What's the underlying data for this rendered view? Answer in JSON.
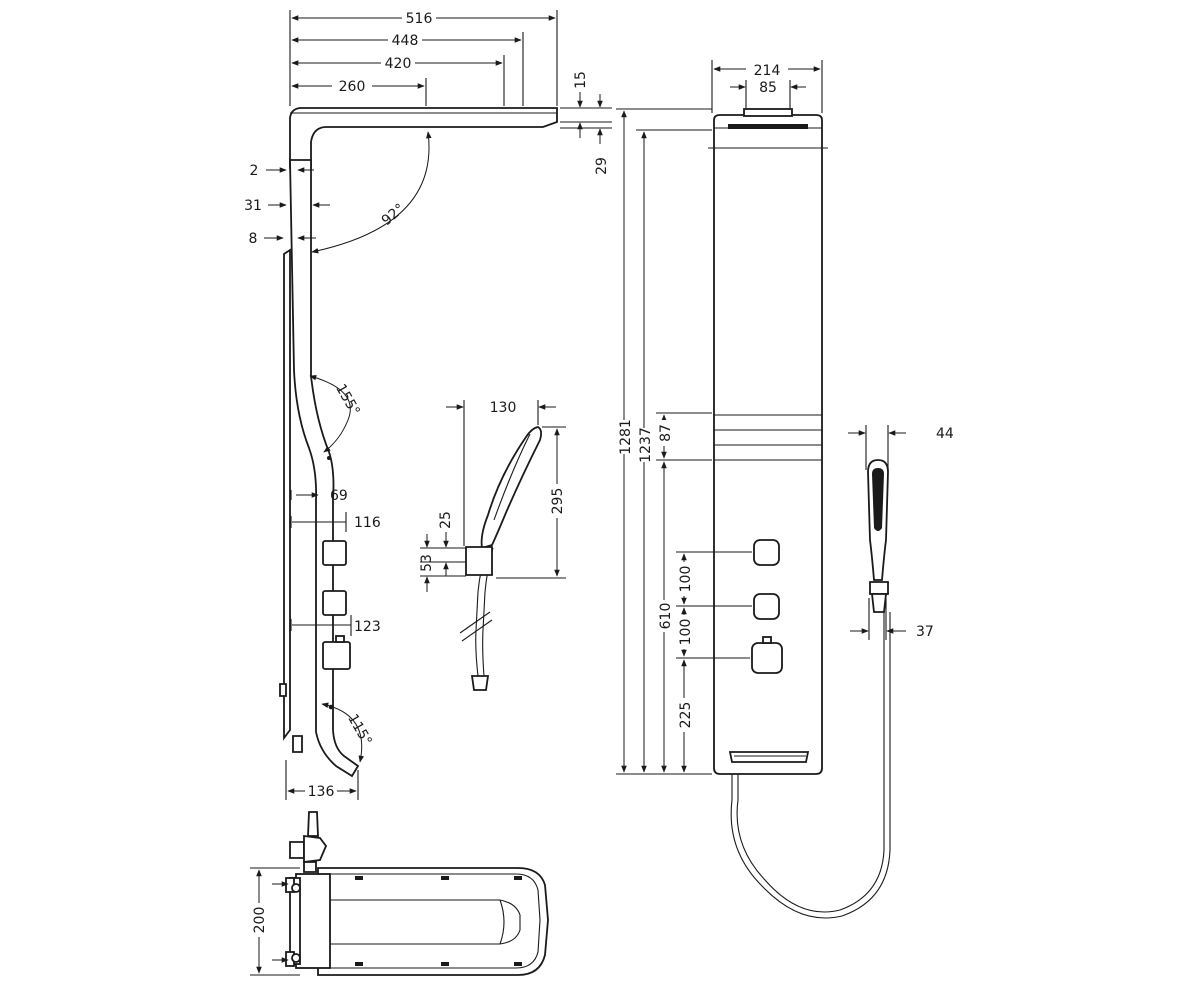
{
  "dimensions": {
    "d516": "516",
    "d448": "448",
    "d420": "420",
    "d260": "260",
    "d15": "15",
    "d29": "29",
    "d2": "2",
    "d31": "31",
    "d8": "8",
    "angle_top": "92°",
    "angle_mid": "155°",
    "angle_bottom": "115°",
    "d69": "69",
    "d116": "116",
    "d123": "123",
    "d136": "136",
    "d130": "130",
    "d295": "295",
    "d25": "25",
    "d53": "53",
    "d214": "214",
    "d85": "85",
    "d1281": "1281",
    "d1237": "1237",
    "d87": "87",
    "d610": "610",
    "d100a": "100",
    "d100b": "100",
    "d225": "225",
    "d44": "44",
    "d37": "37",
    "d200": "200"
  }
}
